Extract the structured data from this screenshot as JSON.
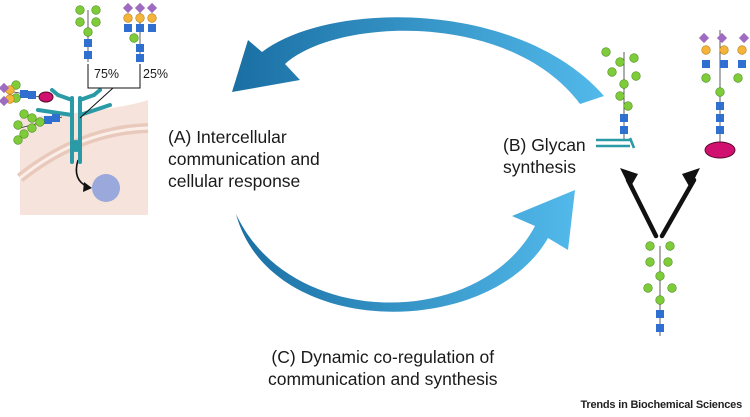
{
  "panels": {
    "a": {
      "line1": "(A) Intercellular",
      "line2": "communication and",
      "line3": "cellular response"
    },
    "b": {
      "line1": "(B) Glycan",
      "line2": "synthesis"
    },
    "c": {
      "line1": "(C) Dynamic co-regulation of",
      "line2": "communication and synthesis"
    }
  },
  "percentages": {
    "left": "75%",
    "right": "25%"
  },
  "credit": "Trends in Biochemical Sciences",
  "colors": {
    "arrow_dark": "#1a6fa3",
    "arrow_light": "#52b9ea",
    "glcnac_square": "#2f6fd0",
    "mannose_galactose_circle": "#7fcc3a",
    "galactose_circle": "#f5b33a",
    "sialic_acid_diamond": "#9e6bc0",
    "receptor": "#2a9aa6",
    "protein_ellipse": "#d0116f",
    "cell_membrane": "#f6e4dc",
    "vesicle": "#9aa8dc"
  },
  "icons": [
    "cycle-arrow-top",
    "cycle-arrow-bottom",
    "black-v-arrows",
    "curved-black-arrow"
  ]
}
